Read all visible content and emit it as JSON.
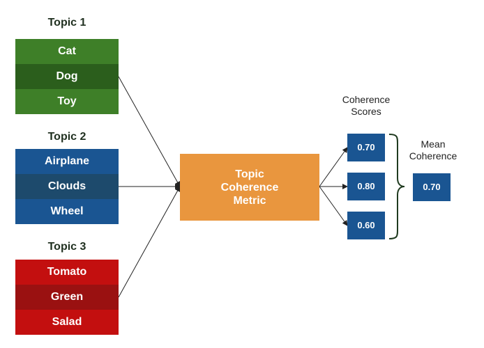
{
  "topics": [
    {
      "title": "Topic 1",
      "words": [
        "Cat",
        "Dog",
        "Toy"
      ],
      "colors": [
        "#3e7f28",
        "#2b5e1c",
        "#3e7f28"
      ]
    },
    {
      "title": "Topic 2",
      "words": [
        "Airplane",
        "Clouds",
        "Wheel"
      ],
      "colors": [
        "#1a5592",
        "#1d4a6c",
        "#1a5592"
      ]
    },
    {
      "title": "Topic 3",
      "words": [
        "Tomato",
        "Green",
        "Salad"
      ],
      "colors": [
        "#c30f0f",
        "#9a1111",
        "#c30f0f"
      ]
    }
  ],
  "metric": {
    "line1": "Topic",
    "line2": "Coherence",
    "line3": "Metric",
    "color": "#e9963e"
  },
  "scores": {
    "label_line1": "Coherence",
    "label_line2": "Scores",
    "values": [
      "0.70",
      "0.80",
      "0.60"
    ],
    "color": "#1a5592"
  },
  "mean": {
    "label_line1": "Mean",
    "label_line2": "Coherence",
    "value": "0.70"
  }
}
